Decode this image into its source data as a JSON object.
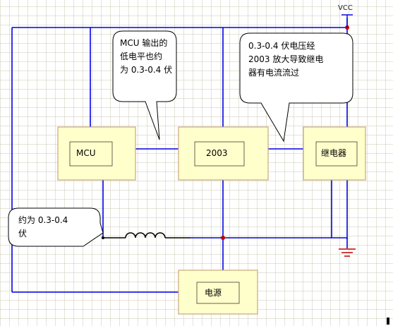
{
  "power_label": "VCC",
  "blocks": {
    "mcu": "MCU",
    "ic": "2003",
    "relay": "继电器",
    "supply": "电源"
  },
  "callouts": {
    "mcu_low": [
      "MCU 输出的",
      "低电平也约",
      "为 0.3-0.4 伏"
    ],
    "drop": [
      "0.3-0.4  伏电压经",
      "2003 放大导致继电",
      "器有电流流过"
    ],
    "left": [
      "约为  0.3-0.4",
      "伏"
    ]
  },
  "colors": {
    "wire": "#0000e6",
    "block_fill": "#ffffcc",
    "block_border": "#c8a878",
    "grid": "#c8c8b4",
    "callout_fill": "#ffffff",
    "callout_border": "#000000",
    "coil": "#000000",
    "junction": "#c00000"
  }
}
